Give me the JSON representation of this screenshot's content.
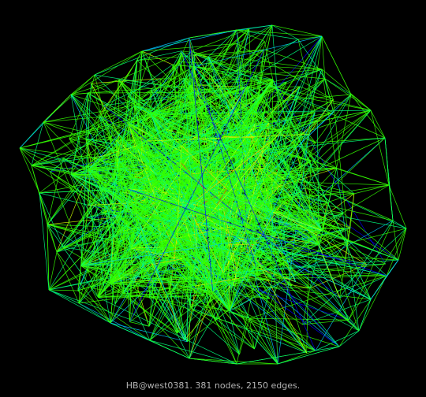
{
  "caption": "HB@west0381. 381 nodes, 2150 edges.",
  "graph": {
    "nodes": 381,
    "edges": 2150,
    "background": "#000000",
    "edge_palette": [
      "#0000ff",
      "#00c8ff",
      "#00ff80",
      "#33ff00",
      "#ccff00",
      "#ffcc00",
      "#ff3300"
    ]
  }
}
